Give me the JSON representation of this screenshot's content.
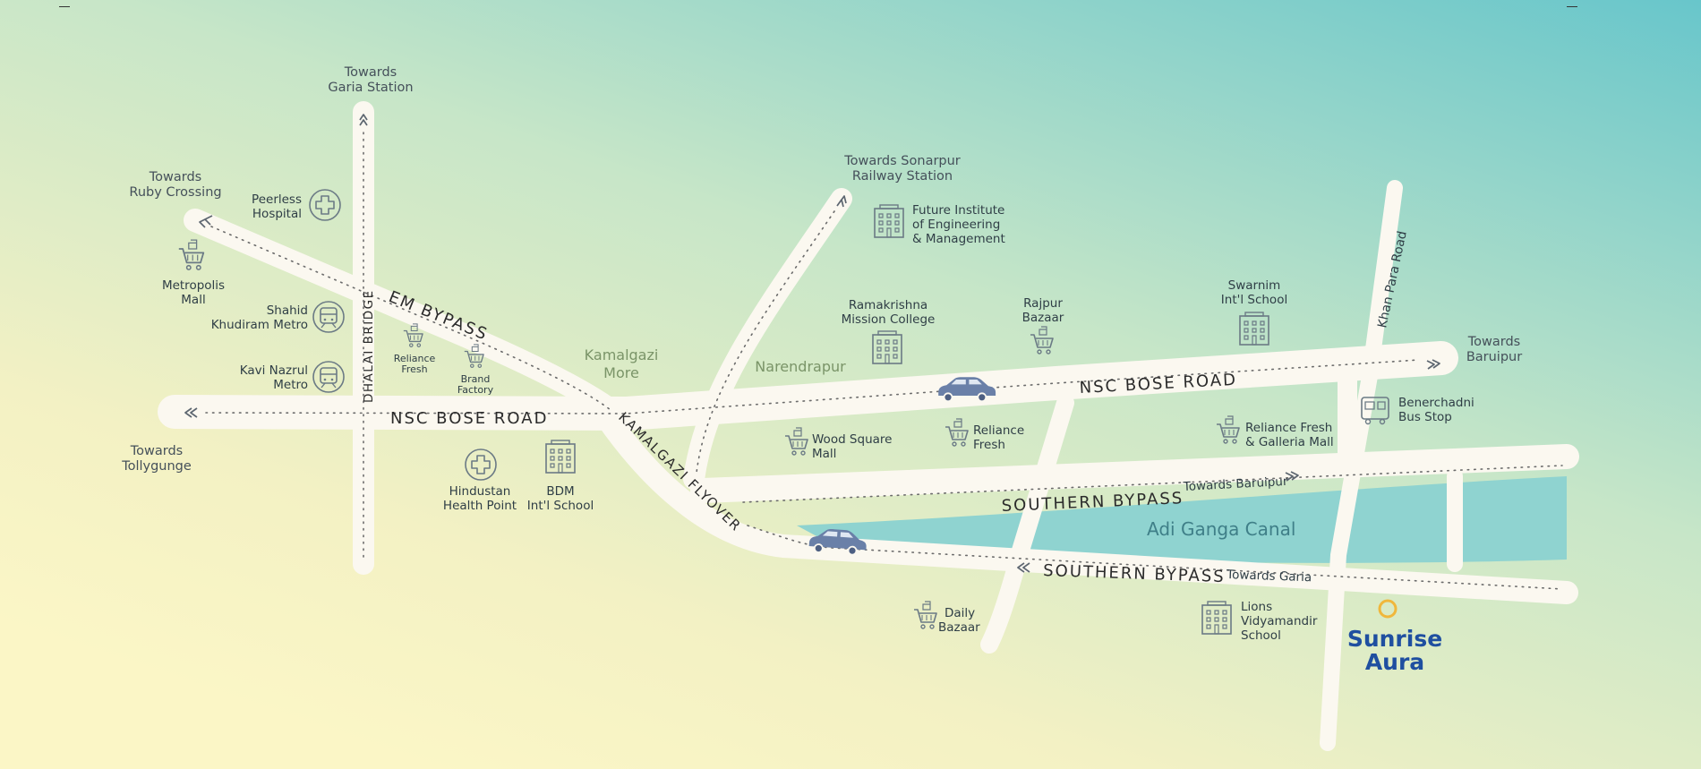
{
  "map": {
    "project": {
      "line1": "Sunrise",
      "line2": "Aura"
    },
    "canal": "Adi Ganga Canal",
    "roads": {
      "em_bypass": "EM BYPASS",
      "nsc_bose_west": "NSC BOSE ROAD",
      "nsc_bose_east": "NSC BOSE ROAD",
      "dhalai_bridge": "DHALAI BRIDGE",
      "kamalgazi_flyover": "KAMALGAZI FLYOVER",
      "khan_para": "Khan Para Road",
      "southern_bypass_top": "SOUTHERN BYPASS",
      "southern_bypass_top_dir": "Towards Baruipur",
      "southern_bypass_bottom": "SOUTHERN BYPASS",
      "southern_bypass_bottom_dir": "Towards Garia"
    },
    "towards": {
      "garia_station": {
        "l1": "Towards",
        "l2": "Garia Station"
      },
      "ruby_crossing": {
        "l1": "Towards",
        "l2": "Ruby Crossing"
      },
      "tollygunge": {
        "l1": "Towards",
        "l2": "Tollygunge"
      },
      "sonarpur": {
        "l1": "Towards Sonarpur",
        "l2": "Railway Station"
      },
      "baruipur": {
        "l1": "Towards",
        "l2": "Baruipur"
      }
    },
    "areas": {
      "kamalgazi": {
        "l1": "Kamalgazi",
        "l2": "More"
      },
      "narendrapur": "Narendrapur"
    },
    "landmarks": {
      "peerless": {
        "l1": "Peerless",
        "l2": "Hospital",
        "icon": "hospital-icon"
      },
      "metropolis": {
        "l1": "Metropolis",
        "l2": "Mall",
        "icon": "shopping-cart-icon"
      },
      "shahid_metro": {
        "l1": "Shahid",
        "l2": "Khudiram Metro",
        "icon": "metro-icon"
      },
      "kavi_metro": {
        "l1": "Kavi Nazrul",
        "l2": "Metro",
        "icon": "metro-icon"
      },
      "reliance_fresh_w": {
        "l1": "Reliance",
        "l2": "Fresh",
        "icon": "shopping-cart-icon"
      },
      "brand_factory": {
        "l1": "Brand",
        "l2": "Factory",
        "icon": "shopping-cart-icon"
      },
      "hindustan": {
        "l1": "Hindustan",
        "l2": "Health Point",
        "icon": "hospital-icon"
      },
      "bdm_school": {
        "l1": "BDM",
        "l2": "Int'l School",
        "icon": "school-building-icon"
      },
      "future_institute": {
        "l1": "Future Institute",
        "l2": "of Engineering",
        "l3": "& Management",
        "icon": "school-building-icon"
      },
      "ramakrishna": {
        "l1": "Ramakrishna",
        "l2": "Mission College",
        "icon": "school-building-icon"
      },
      "rajpur_bazaar": {
        "l1": "Rajpur",
        "l2": "Bazaar",
        "icon": "shopping-cart-icon"
      },
      "swarnim": {
        "l1": "Swarnim",
        "l2": "Int'l School",
        "icon": "school-building-icon"
      },
      "wood_square": {
        "l1": "Wood Square",
        "l2": "Mall",
        "icon": "shopping-cart-icon"
      },
      "reliance_fresh_c": {
        "l1": "Reliance",
        "l2": "Fresh",
        "icon": "shopping-cart-icon"
      },
      "reliance_galleria": {
        "l1": "Reliance Fresh",
        "l2": "& Galleria Mall",
        "icon": "shopping-cart-icon"
      },
      "benerchadni": {
        "l1": "Benerchadni",
        "l2": "Bus Stop",
        "icon": "bus-icon"
      },
      "daily_bazaar": {
        "l1": "Daily",
        "l2": "Bazaar",
        "icon": "shopping-cart-icon"
      },
      "lions_school": {
        "l1": "Lions",
        "l2": "Vidyamandir",
        "l3": "School",
        "icon": "school-building-icon"
      }
    },
    "colors": {
      "bg_top_right": "#6fcacc",
      "bg_bottom": "#fbf6c6",
      "road": "#fbf8f0",
      "canal": "#8fd3d0",
      "brand": "#1f4fa0",
      "marker": "#f0b73c",
      "icon": "#6b7a85",
      "car": "#6a80a8"
    }
  }
}
